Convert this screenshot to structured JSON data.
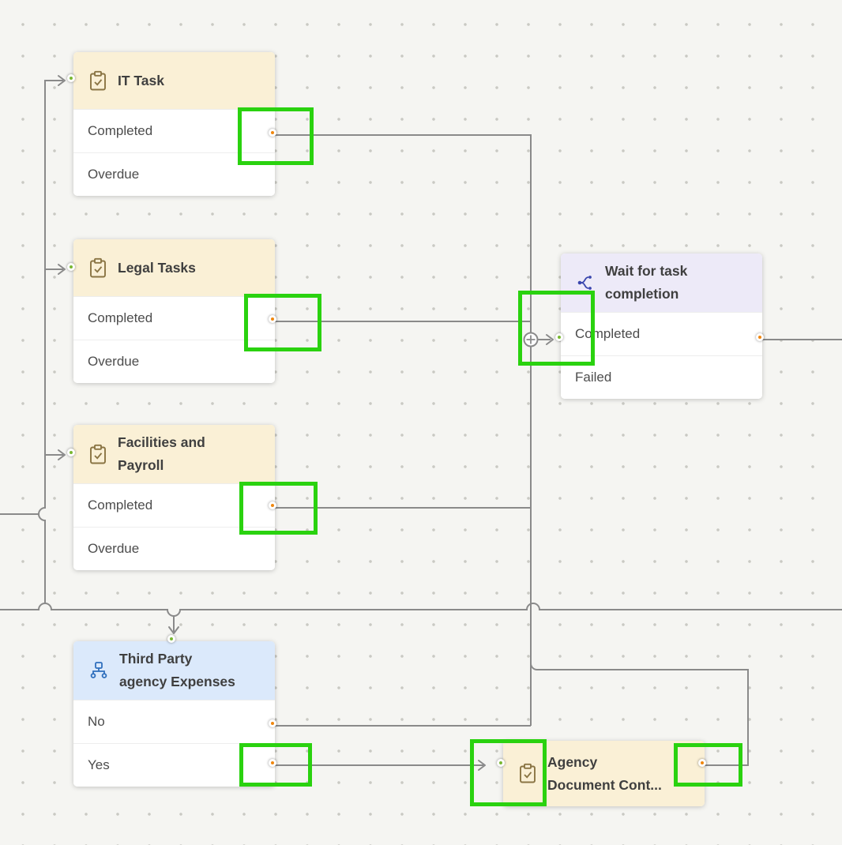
{
  "canvas": {
    "background_color": "#f5f5f2",
    "dot_color": "#c9c9c3"
  },
  "colors": {
    "input_port": "#79b832",
    "output_port": "#f0870f",
    "highlight_box": "#2ad20f",
    "connector": "#8a8a8a",
    "task_header": "#faf0d6",
    "wait_header": "#edeaf8",
    "decision_header": "#dbe9fb"
  },
  "nodes": [
    {
      "id": "it-task",
      "type": "task",
      "title_lines": [
        "IT Task"
      ],
      "rows": [
        "Completed",
        "Overdue"
      ]
    },
    {
      "id": "legal-tasks",
      "type": "task",
      "title_lines": [
        "Legal Tasks"
      ],
      "rows": [
        "Completed",
        "Overdue"
      ]
    },
    {
      "id": "facilities-and-payroll",
      "type": "task",
      "title_lines": [
        "Facilities and",
        "Payroll"
      ],
      "rows": [
        "Completed",
        "Overdue"
      ]
    },
    {
      "id": "wait-for-task-completion",
      "type": "wait",
      "title_lines": [
        "Wait for task",
        "completion"
      ],
      "rows": [
        "Completed",
        "Failed"
      ]
    },
    {
      "id": "third-party-agency-expenses",
      "type": "decision",
      "title_lines": [
        "Third Party",
        "agency Expenses"
      ],
      "rows": [
        "No",
        "Yes"
      ]
    },
    {
      "id": "agency-document-control",
      "type": "task",
      "title_lines": [
        "Agency",
        "Document Cont..."
      ],
      "rows": []
    }
  ]
}
